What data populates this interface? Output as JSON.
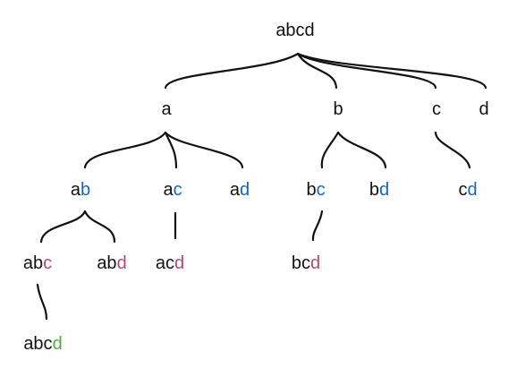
{
  "colors": {
    "base": "#111111",
    "level2": "#1565c0",
    "level3": "#b04a74",
    "level4": "#4caf3f"
  },
  "nodes": [
    {
      "id": "abcd_root",
      "parts": [
        {
          "text": "abcd",
          "tone": "base"
        }
      ]
    },
    {
      "id": "a",
      "parts": [
        {
          "text": "a",
          "tone": "base"
        }
      ]
    },
    {
      "id": "b",
      "parts": [
        {
          "text": "b",
          "tone": "base"
        }
      ]
    },
    {
      "id": "c",
      "parts": [
        {
          "text": "c",
          "tone": "base"
        }
      ]
    },
    {
      "id": "d",
      "parts": [
        {
          "text": "d",
          "tone": "base"
        }
      ]
    },
    {
      "id": "ab",
      "parts": [
        {
          "text": "a",
          "tone": "base"
        },
        {
          "text": "b",
          "tone": "level2"
        }
      ]
    },
    {
      "id": "ac",
      "parts": [
        {
          "text": "a",
          "tone": "base"
        },
        {
          "text": "c",
          "tone": "level2"
        }
      ]
    },
    {
      "id": "ad",
      "parts": [
        {
          "text": "a",
          "tone": "base"
        },
        {
          "text": "d",
          "tone": "level2"
        }
      ]
    },
    {
      "id": "bc",
      "parts": [
        {
          "text": "b",
          "tone": "base"
        },
        {
          "text": "c",
          "tone": "level2"
        }
      ]
    },
    {
      "id": "bd",
      "parts": [
        {
          "text": "b",
          "tone": "base"
        },
        {
          "text": "d",
          "tone": "level2"
        }
      ]
    },
    {
      "id": "cd",
      "parts": [
        {
          "text": "c",
          "tone": "base"
        },
        {
          "text": "d",
          "tone": "level2"
        }
      ]
    },
    {
      "id": "abc",
      "parts": [
        {
          "text": "ab",
          "tone": "base"
        },
        {
          "text": "c",
          "tone": "level3"
        }
      ]
    },
    {
      "id": "abd",
      "parts": [
        {
          "text": "ab",
          "tone": "base"
        },
        {
          "text": "d",
          "tone": "level3"
        }
      ]
    },
    {
      "id": "acd",
      "parts": [
        {
          "text": "ac",
          "tone": "base"
        },
        {
          "text": "d",
          "tone": "level3"
        }
      ]
    },
    {
      "id": "bcd",
      "parts": [
        {
          "text": "bc",
          "tone": "base"
        },
        {
          "text": "d",
          "tone": "level3"
        }
      ]
    },
    {
      "id": "abcd_leaf",
      "parts": [
        {
          "text": "abc",
          "tone": "base"
        },
        {
          "text": "d",
          "tone": "level4"
        }
      ]
    }
  ],
  "edges": [
    {
      "from": "abcd_root",
      "to": "a"
    },
    {
      "from": "abcd_root",
      "to": "b"
    },
    {
      "from": "abcd_root",
      "to": "c"
    },
    {
      "from": "abcd_root",
      "to": "d"
    },
    {
      "from": "a",
      "to": "ab"
    },
    {
      "from": "a",
      "to": "ac"
    },
    {
      "from": "a",
      "to": "ad"
    },
    {
      "from": "b",
      "to": "bc"
    },
    {
      "from": "b",
      "to": "bd"
    },
    {
      "from": "c",
      "to": "cd"
    },
    {
      "from": "ab",
      "to": "abc"
    },
    {
      "from": "ab",
      "to": "abd"
    },
    {
      "from": "ac",
      "to": "acd"
    },
    {
      "from": "bc",
      "to": "bcd"
    },
    {
      "from": "abc",
      "to": "abcd_leaf"
    }
  ]
}
